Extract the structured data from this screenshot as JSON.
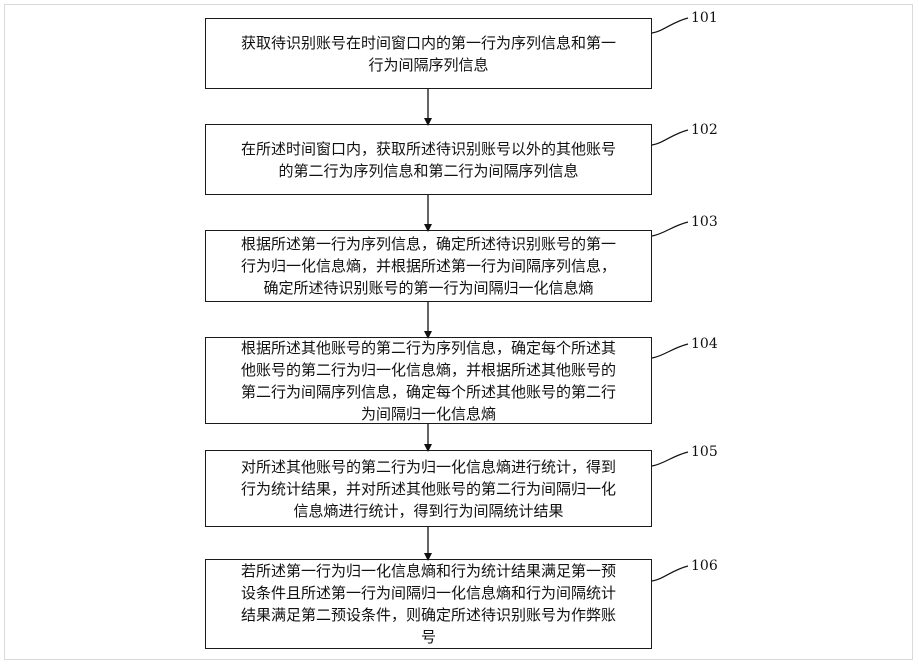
{
  "steps": [
    {
      "num": "101",
      "text": "获取待识别账号在时间窗口内的第一行为序列信息和第一\n行为间隔序列信息"
    },
    {
      "num": "102",
      "text": "在所述时间窗口内，获取所述待识别账号以外的其他账号\n的第二行为序列信息和第二行为间隔序列信息"
    },
    {
      "num": "103",
      "text": "根据所述第一行为序列信息，确定所述待识别账号的第一\n行为归一化信息熵，并根据所述第一行为间隔序列信息，\n确定所述待识别账号的第一行为间隔归一化信息熵"
    },
    {
      "num": "104",
      "text": "根据所述其他账号的第二行为序列信息，确定每个所述其\n他账号的第二行为归一化信息熵，并根据所述其他账号的\n第二行为间隔序列信息，确定每个所述其他账号的第二行\n为间隔归一化信息熵"
    },
    {
      "num": "105",
      "text": "对所述其他账号的第二行为归一化信息熵进行统计，得到\n行为统计结果，并对所述其他账号的第二行为间隔归一化\n信息熵进行统计，得到行为间隔统计结果"
    },
    {
      "num": "106",
      "text": "若所述第一行为归一化信息熵和行为统计结果满足第一预\n设条件且所述第一行为间隔归一化信息熵和行为间隔统计\n结果满足第二预设条件，则确定所述待识别账号为作弊账\n号"
    }
  ]
}
